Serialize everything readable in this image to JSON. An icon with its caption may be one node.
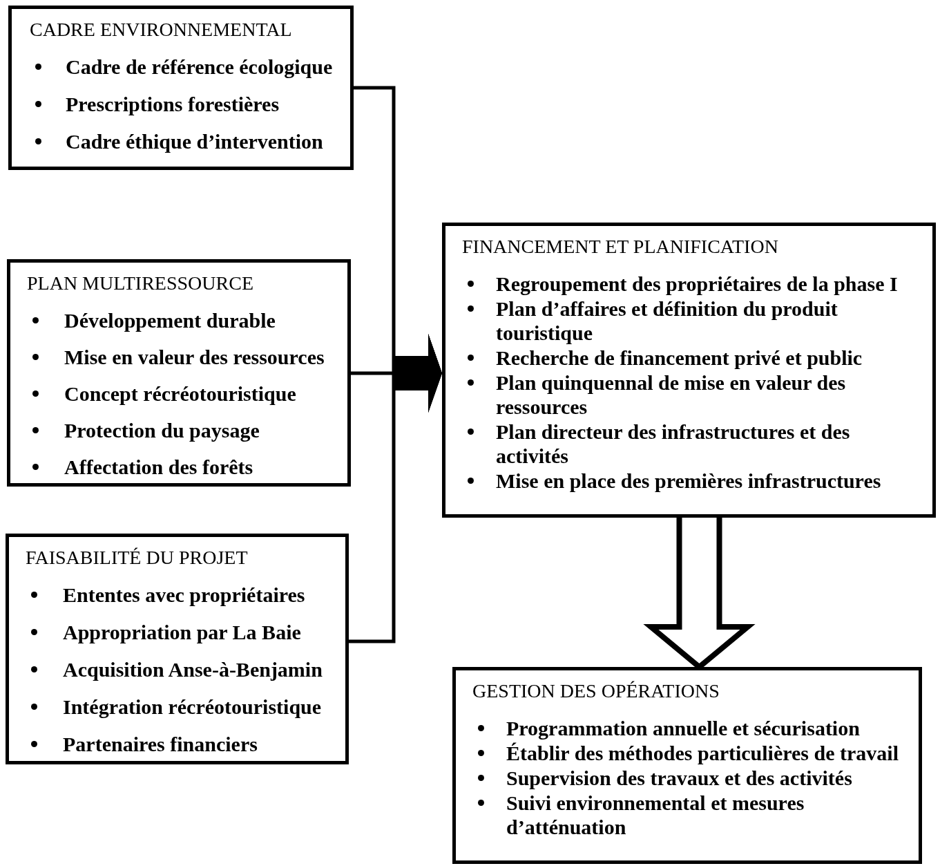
{
  "diagram": {
    "nodes": [
      {
        "text": [
          "CADRE ENVIRONNEMENTAL",
          "Cadre de référence écologique",
          "Prescriptions forestières",
          "Cadre éthique d’intervention"
        ]
      },
      {
        "text": [
          "PLAN MULTIRESSOURCE",
          "Développement durable",
          "Mise en valeur des ressources",
          "Concept récréotouristique",
          "Protection du paysage",
          "Affectation des forêts"
        ]
      },
      {
        "text": [
          "FAISABILITÉ DU PROJET",
          "Ententes avec propriétaires",
          "Appropriation par La Baie",
          "Acquisition Anse-à-Benjamin",
          "Intégration récréotouristique",
          "Partenaires financiers"
        ]
      },
      {
        "text": [
          "FINANCEMENT ET PLANIFICATION",
          "Regroupement des propriétaires de la phase I",
          "Plan d’affaires et définition du produit touristique",
          "Recherche de financement privé et public",
          "Plan quinquennal de mise en valeur des ressources",
          "Plan directeur des infrastructures et des activités",
          "Mise en place des premières infrastructures"
        ]
      },
      {
        "text": [
          "GESTION DES OPÉRATIONS",
          "Programmation annuelle et sécurisation",
          "Établir des méthodes particulières de travail",
          "Supervision des travaux et des activités",
          "Suivi environnemental et mesures d’atténuation"
        ]
      }
    ],
    "edges": [
      {
        "from": 0,
        "to": 3,
        "arrow": "to"
      },
      {
        "from": 1,
        "to": 3,
        "arrow": "to"
      },
      {
        "from": 2,
        "to": 3,
        "arrow": "to"
      },
      {
        "from": 3,
        "to": 4,
        "arrow": "to",
        "style": "thick"
      }
    ]
  }
}
